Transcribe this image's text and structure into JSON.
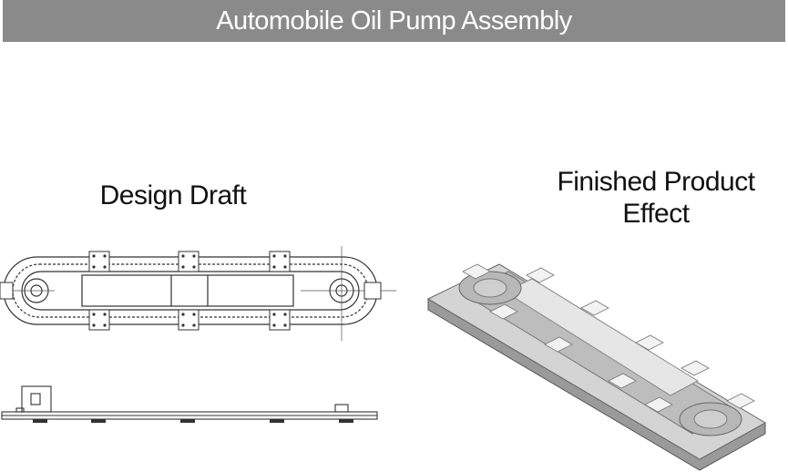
{
  "header": {
    "title": "Automobile Oil Pump Assembly"
  },
  "left_panel": {
    "caption": "Design Draft"
  },
  "right_panel": {
    "caption_line1": "Finished Product",
    "caption_line2": "Effect"
  },
  "colors": {
    "banner_bg": "#8a8a8a",
    "banner_text": "#ffffff",
    "caption_text": "#111111",
    "line": "#333333"
  }
}
